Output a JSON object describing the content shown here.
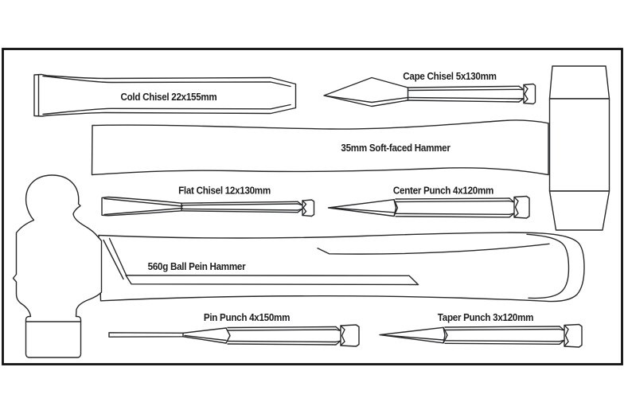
{
  "diagram": {
    "background": "#ffffff",
    "line_color": "#27282a",
    "text_color": "#1d1d1f",
    "frame": {
      "stroke_width": "2.8"
    },
    "tools": [
      {
        "id": "cold-chisel",
        "label": "Cold Chisel 22x155mm"
      },
      {
        "id": "cape-chisel",
        "label": "Cape Chisel 5x130mm"
      },
      {
        "id": "soft-faced-hammer",
        "label": "35mm Soft-faced Hammer"
      },
      {
        "id": "flat-chisel",
        "label": "Flat Chisel 12x130mm"
      },
      {
        "id": "center-punch",
        "label": "Center Punch 4x120mm"
      },
      {
        "id": "ball-pein-hammer",
        "label": "560g Ball Pein Hammer"
      },
      {
        "id": "pin-punch",
        "label": "Pin Punch 4x150mm"
      },
      {
        "id": "taper-punch",
        "label": "Taper Punch 3x120mm"
      }
    ]
  }
}
